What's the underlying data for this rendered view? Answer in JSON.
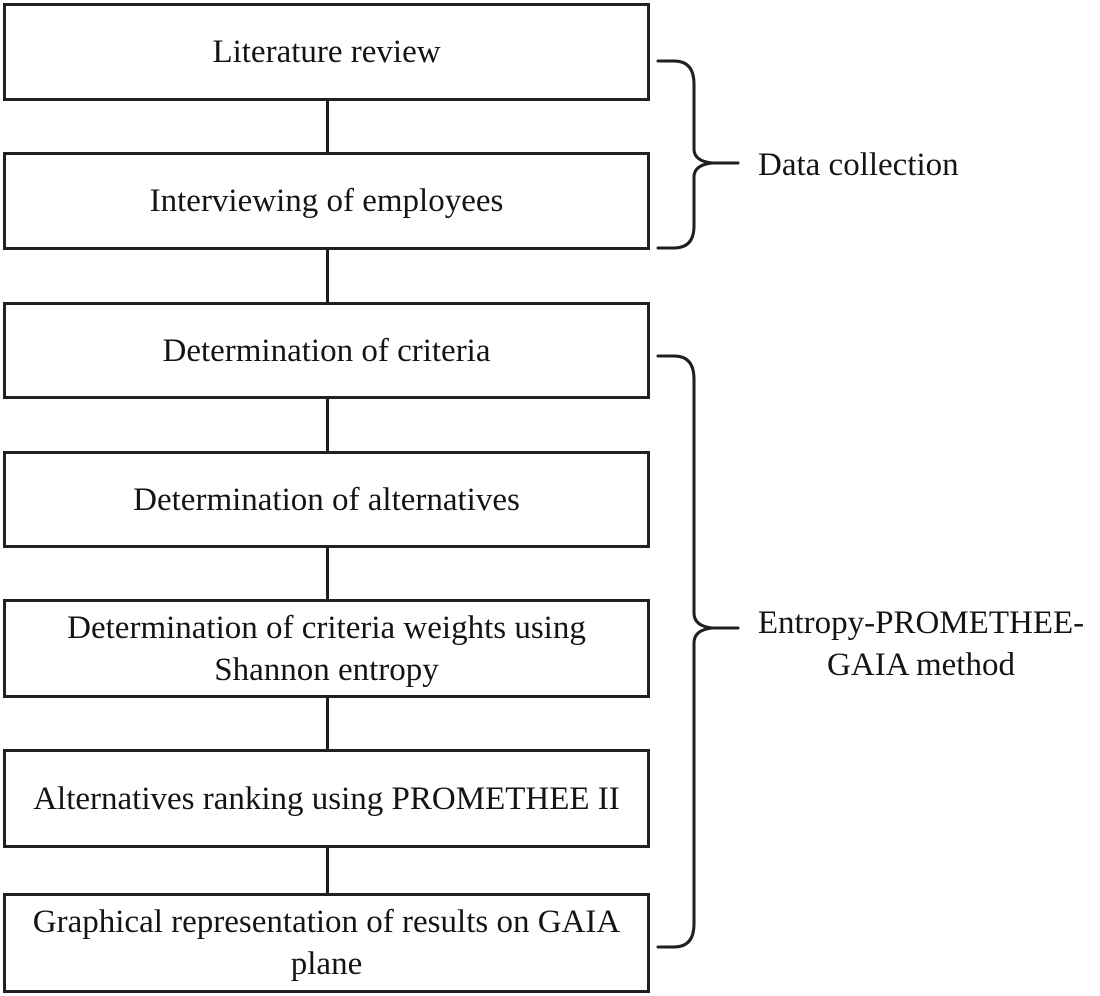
{
  "diagram": {
    "background_color": "#ffffff",
    "line_color": "#1f1f1f",
    "boxes": [
      {
        "name": "literature-review",
        "lines": [
          "Literature review"
        ]
      },
      {
        "name": "interviewing-of-employees",
        "lines": [
          "Interviewing of employees"
        ]
      },
      {
        "name": "determination-of-criteria",
        "lines": [
          "Determination of criteria"
        ]
      },
      {
        "name": "determination-of-alternatives",
        "lines": [
          "Determination of alternatives"
        ]
      },
      {
        "name": "criteria-weights-shannon",
        "lines": [
          "Determination of criteria weights using",
          "Shannon entropy"
        ]
      },
      {
        "name": "promethee-ranking",
        "lines": [
          "Alternatives ranking using PROMETHEE II"
        ]
      },
      {
        "name": "gaia-plane-results",
        "lines": [
          "Graphical representation of results on GAIA",
          "plane"
        ]
      }
    ],
    "groups": [
      {
        "name": "data-collection",
        "label_lines": [
          "Data collection"
        ]
      },
      {
        "name": "entropy-promethee-gaia",
        "label_lines": [
          "Entropy-PROMETHEE-",
          "GAIA method"
        ]
      }
    ]
  }
}
